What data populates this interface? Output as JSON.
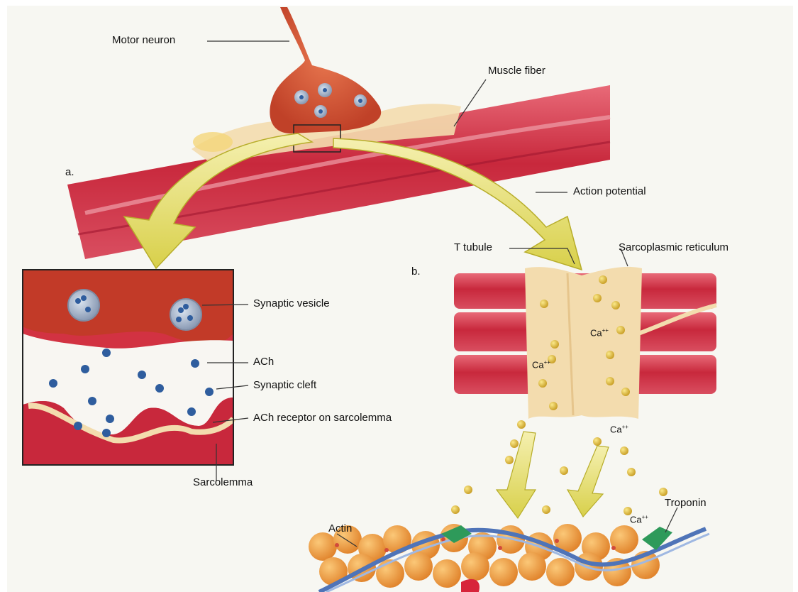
{
  "panels": {
    "a": "a.",
    "b": "b."
  },
  "labels": {
    "motor_neuron": "Motor neuron",
    "muscle_fiber": "Muscle fiber",
    "action_potential": "Action potential",
    "t_tubule": "T tubule",
    "sarcoplasmic_reticulum": "Sarcoplasmic reticulum",
    "synaptic_vesicle": "Synaptic vesicle",
    "ach": "ACh",
    "synaptic_cleft": "Synaptic cleft",
    "ach_receptor": "ACh receptor on sarcolemma",
    "sarcolemma": "Sarcolemma",
    "actin": "Actin",
    "troponin": "Troponin",
    "calcium": "Ca",
    "calcium_charge": "++"
  },
  "colors": {
    "background": "#f7f7f2",
    "muscle_red": "#c8283c",
    "muscle_pink": "#e86a78",
    "neuron_orange": "#d2553a",
    "arrow_yellow": "#e8e070",
    "tubule_cream": "#f3dcae",
    "calcium_gold": "#d9b233",
    "vesicle_blue": "#2f5d9e",
    "actin_orange": "#f0a040",
    "troponin_green": "#2e9a5a",
    "tropomyosin_blue": "#4f74b8"
  }
}
